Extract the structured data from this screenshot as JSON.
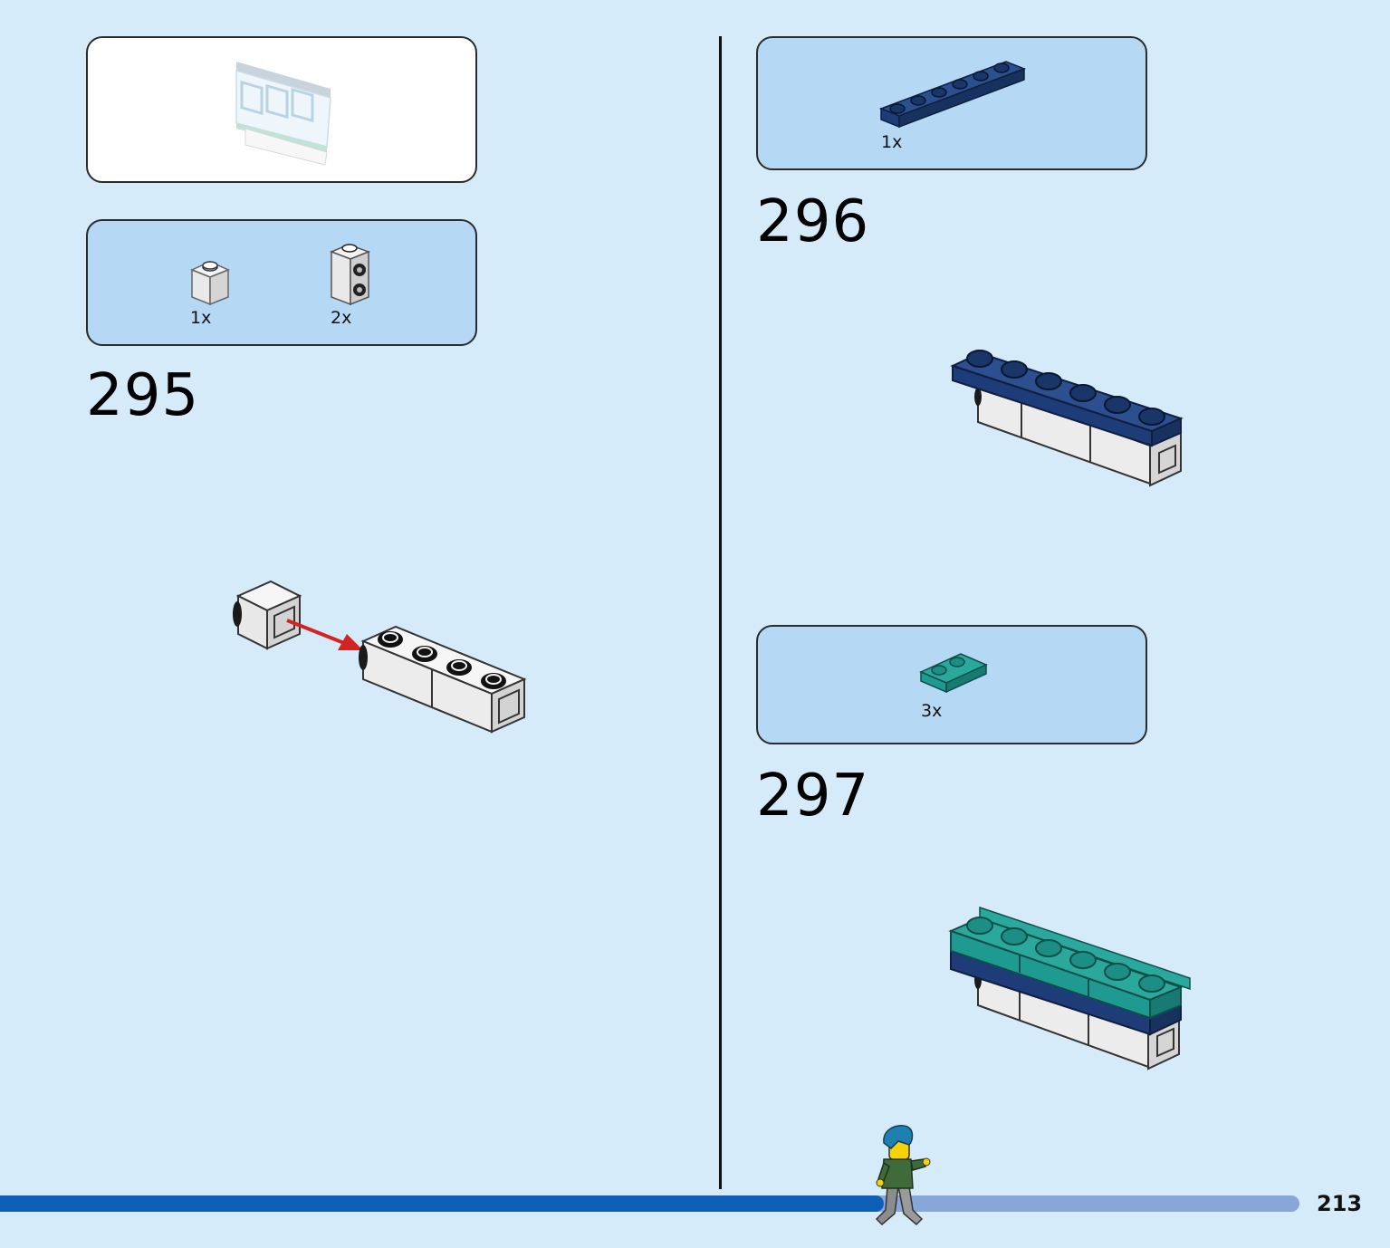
{
  "colors": {
    "page_bg": "#d6ebf9",
    "parts_box": "#b5d8f4",
    "progress_fill": "#0c5fb4",
    "progress_track": "#86a7d8",
    "dark_blue_brick": "#1e3d78",
    "teal_brick": "#1f9a91",
    "arrow": "#d42323"
  },
  "left_column": {
    "submodel_preview_icon": "building-window-section",
    "parts": [
      {
        "icon": "white-1x1-brick",
        "qty": "1x"
      },
      {
        "icon": "white-1x1-brick-with-side-studs",
        "qty": "2x"
      }
    ],
    "step_number": "295",
    "illustration": "attach-1x1-brick-to-side-of-1x4-white-brick"
  },
  "right_column": {
    "step_296": {
      "parts": [
        {
          "icon": "dark-blue-1x6-plate",
          "qty": "1x"
        }
      ],
      "step_number": "296",
      "illustration": "dark-blue-plate-on-white-bricks"
    },
    "step_297": {
      "parts": [
        {
          "icon": "teal-1x2-plate-with-rail",
          "qty": "3x"
        }
      ],
      "step_number": "297",
      "illustration": "teal-plates-on-dark-blue-plate"
    }
  },
  "footer": {
    "progress": 0.68,
    "page_number": "213",
    "mascot_icon": "walking-minifigure"
  }
}
